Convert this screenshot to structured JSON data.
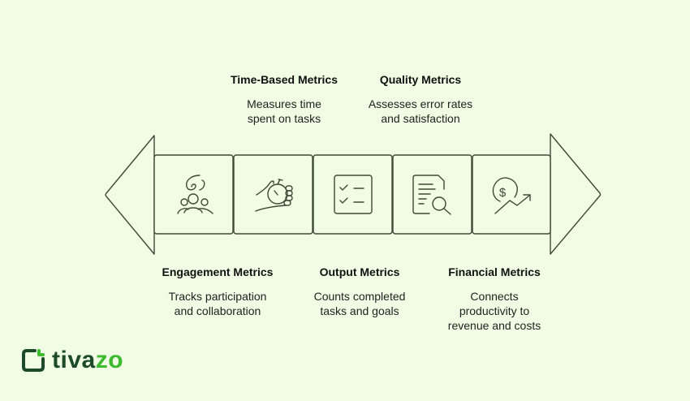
{
  "diagram": {
    "colors": {
      "background": "#f1fce4",
      "stroke": "#3d4a33",
      "text": "#111111",
      "brand_dark": "#1c4a2a",
      "brand_green": "#3dbb2e"
    },
    "top_labels": [
      {
        "title": "Time-Based Metrics",
        "desc_line1": "Measures time",
        "desc_line2": "spent on tasks",
        "icon": "stopwatch-hand-icon"
      },
      {
        "title": "Quality Metrics",
        "desc_line1": "Assesses error rates",
        "desc_line2": "and satisfaction",
        "icon": "document-search-icon"
      }
    ],
    "bottom_labels": [
      {
        "title": "Engagement Metrics",
        "desc_line1": "Tracks participation",
        "desc_line2": "and collaboration",
        "icon": "team-collaboration-icon"
      },
      {
        "title": "Output Metrics",
        "desc_line1": "Counts completed",
        "desc_line2": "tasks and goals",
        "icon": "checklist-icon"
      },
      {
        "title": "Financial Metrics",
        "desc_line1": "Connects",
        "desc_line2": "productivity to",
        "desc_line3": "revenue and costs",
        "icon": "dollar-growth-icon"
      }
    ]
  },
  "brand": {
    "part1": "tiva",
    "part2": "zo"
  }
}
